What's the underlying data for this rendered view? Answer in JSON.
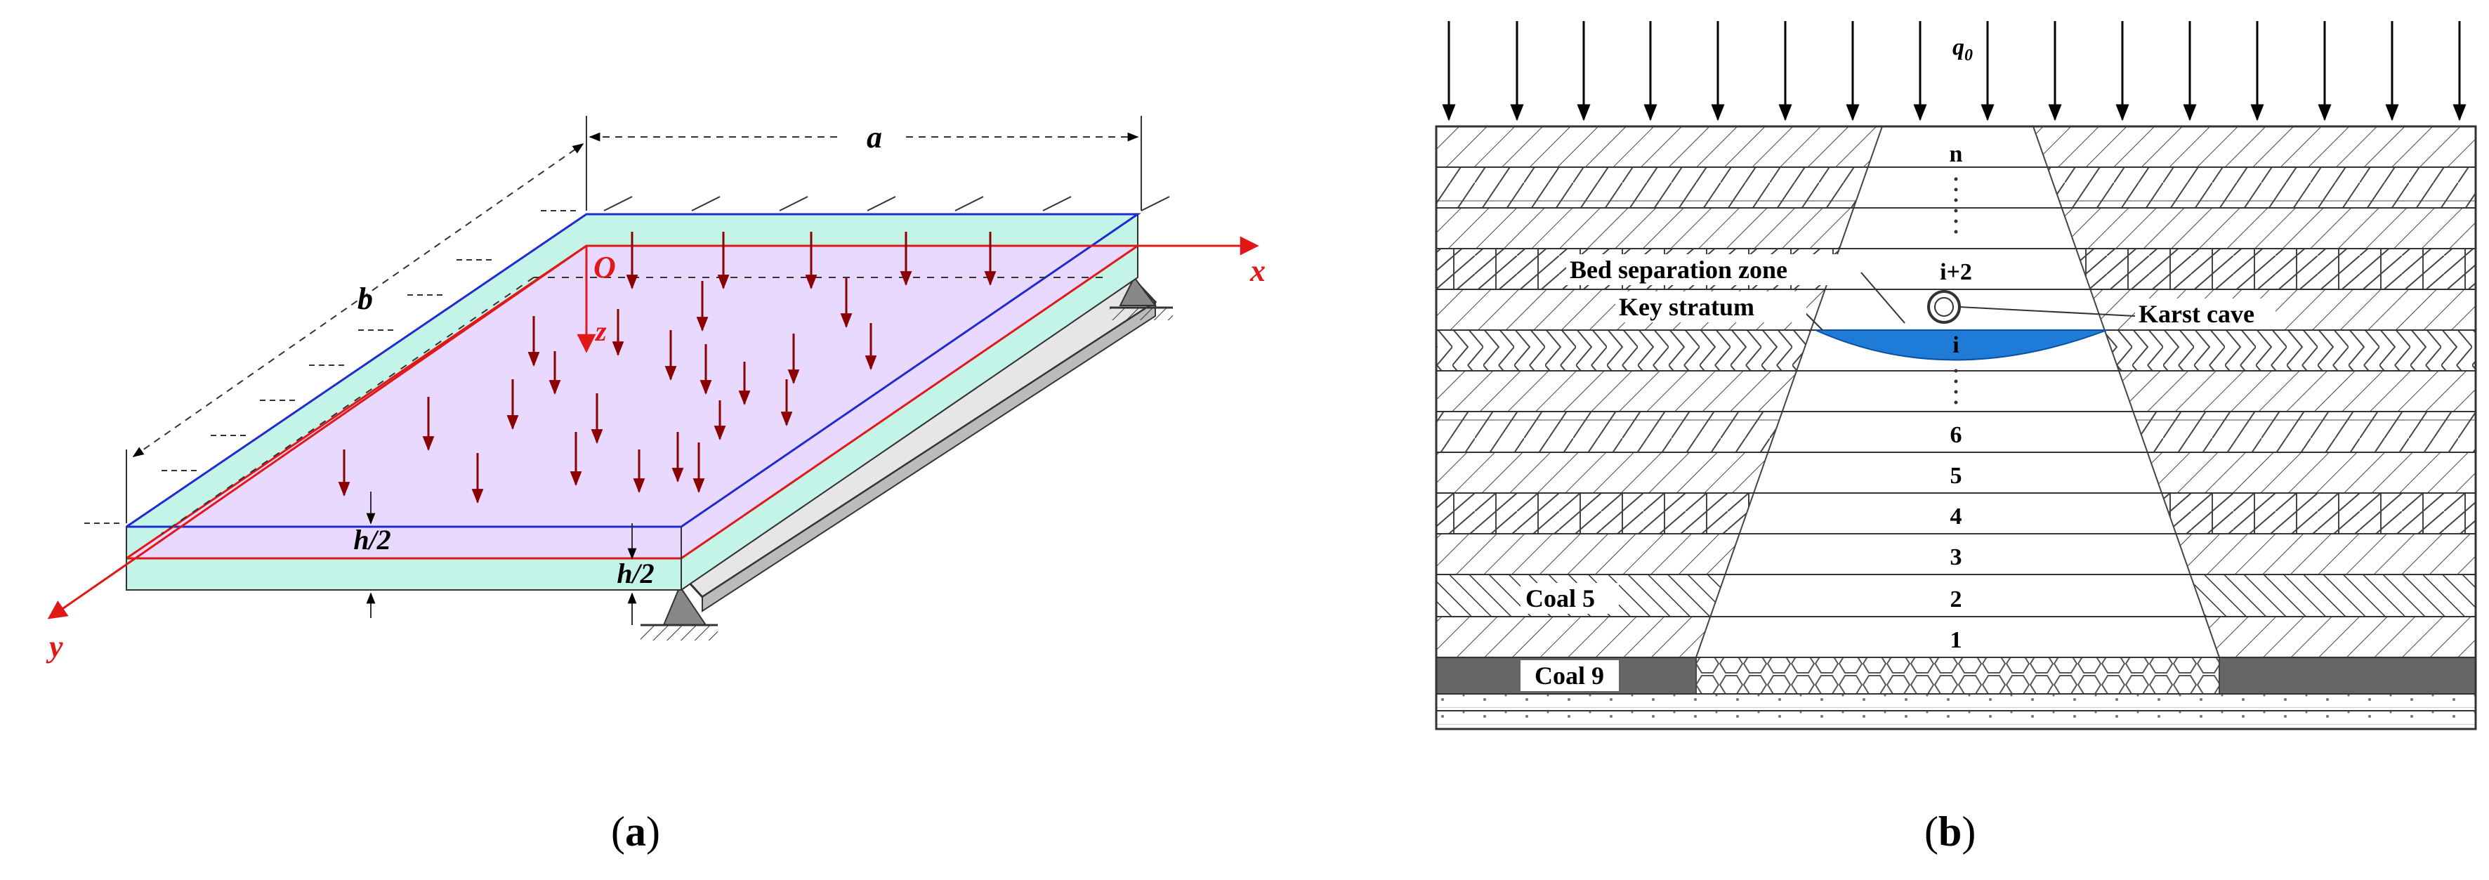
{
  "panel_a": {
    "labels": {
      "a": "a",
      "b": "b",
      "O": "O",
      "x": "x",
      "y": "y",
      "z": "z",
      "h_half_top": "h/2",
      "h_half_bottom": "h/2"
    },
    "caption_letter": "a",
    "colors": {
      "plate_top": "#c4f4e8",
      "plate_mid": "#ead9ff",
      "plate_edge_blue": "#1f2bd1",
      "plate_edge_red": "#e01818",
      "load_arrow": "#8b0000",
      "axis": "#e01818",
      "support": "#d8d8d8"
    }
  },
  "panel_b": {
    "labels": {
      "load": "q0",
      "layer_top": "n",
      "layer_i2": "i+2",
      "layer_i": "i",
      "layer_6": "6",
      "layer_5": "5",
      "layer_4": "4",
      "layer_3": "3",
      "layer_2": "2",
      "layer_1": "1",
      "bed_separation": "Bed separation zone",
      "key_stratum": "Key stratum",
      "karst_cave": "Karst cave",
      "coal5": "Coal 5",
      "coal9": "Coal 9"
    },
    "caption_letter": "b",
    "colors": {
      "water": "#1f7bd8",
      "coal9": "#666666",
      "strata_line": "#333333"
    }
  }
}
